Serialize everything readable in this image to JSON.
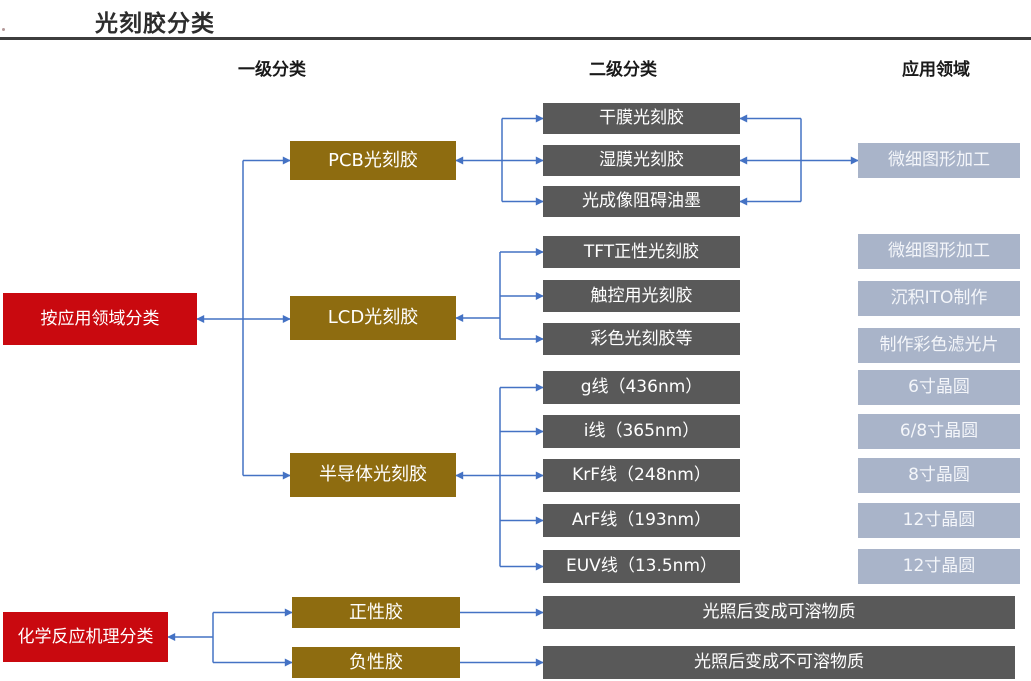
{
  "title": "光刻胶分类",
  "columns": {
    "level1": "一级分类",
    "level2": "二级分类",
    "application": "应用领域"
  },
  "colors": {
    "category_red": "#c9090f",
    "level1_gold": "#8e6c10",
    "level2_dark_gray": "#595959",
    "application_light_blue": "#a9b4c9",
    "arrow_blue": "#4472c4",
    "title_text": "#2d2d2d"
  },
  "categories": {
    "by_application": {
      "label": "按应用领域分类",
      "groups": [
        {
          "label": "PCB光刻胶",
          "sub": [
            "干膜光刻胶",
            "湿膜光刻胶",
            "光成像阻碍油墨"
          ],
          "applications": [
            "微细图形加工"
          ]
        },
        {
          "label": "LCD光刻胶",
          "sub": [
            "TFT正性光刻胶",
            "触控用光刻胶",
            "彩色光刻胶等"
          ],
          "applications": [
            "微细图形加工",
            "沉积ITO制作",
            "制作彩色滤光片"
          ]
        },
        {
          "label": "半导体光刻胶",
          "sub": [
            "g线（436nm）",
            "i线（365nm）",
            "KrF线（248nm）",
            "ArF线（193nm）",
            "EUV线（13.5nm）"
          ],
          "applications": [
            "6寸晶圆",
            "6/8寸晶圆",
            "8寸晶圆",
            "12寸晶圆",
            "12寸晶圆"
          ]
        }
      ]
    },
    "by_mechanism": {
      "label": "化学反应机理分类",
      "groups": [
        {
          "label": "正性胶",
          "result": "光照后变成可溶物质"
        },
        {
          "label": "负性胶",
          "result": "光照后变成不可溶物质"
        }
      ]
    }
  }
}
